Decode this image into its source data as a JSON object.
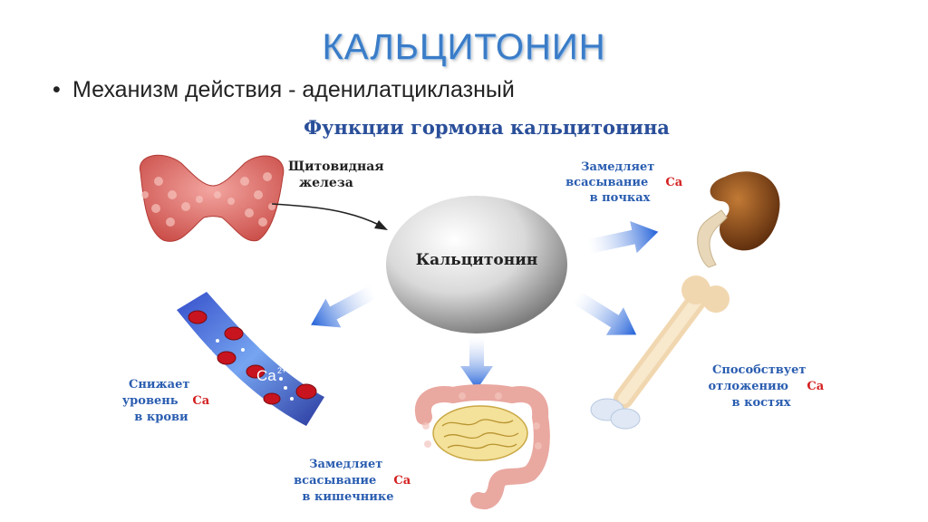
{
  "slide": {
    "title": "КАЛЬЦИТОНИН",
    "bullet_marker": "•",
    "bullet_text": "Механизм действия - аденилатциклазный"
  },
  "diagram": {
    "heading": "Функции гормона кальцитонина",
    "center_label": "Кальцитонин",
    "thyroid_label": [
      "Щитовидная",
      "железа"
    ],
    "kidney_label": {
      "line1": "Замедляет",
      "line2_pre": "всасывание ",
      "line2_ca": "Са",
      "line3": "в почках"
    },
    "bone_label": {
      "line1": "Способствует",
      "line2_pre": "отложению ",
      "line2_ca": "Са",
      "line3": "в костях"
    },
    "blood_label": {
      "line1": "Снижает",
      "line2_pre": "уровень ",
      "line2_ca": "Са",
      "line3": "в крови"
    },
    "intestine_label": {
      "line1": "Замедляет",
      "line2_pre": "всасывание ",
      "line2_ca": "Са",
      "line3": "в кишечнике"
    },
    "vessel_ion": "Ca",
    "vessel_ion_charge": "2+",
    "colors": {
      "title": "#3a7cc7",
      "heading": "#2a4f9a",
      "label_blue": "#2a5db0",
      "ca_red": "#d42020",
      "arrow_blue": "#1f5fd8"
    }
  }
}
